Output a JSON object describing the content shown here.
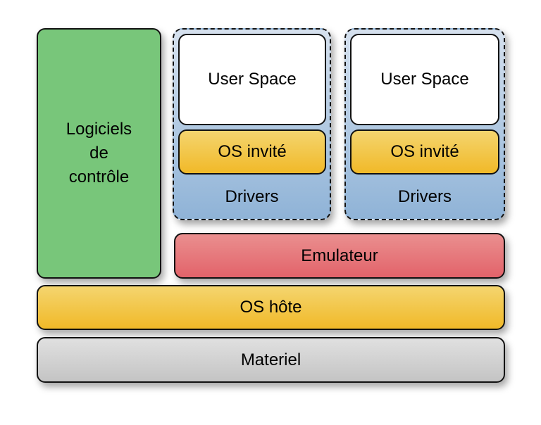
{
  "diagram": {
    "control_software": {
      "lines": [
        "Logiciels",
        "de",
        "contrôle"
      ],
      "color": "#78c67a"
    },
    "guests": [
      {
        "user_space": "User Space",
        "guest_os": "OS invité",
        "drivers": "Drivers"
      },
      {
        "user_space": "User Space",
        "guest_os": "OS invité",
        "drivers": "Drivers"
      }
    ],
    "emulator": {
      "label": "Emulateur",
      "color": "#e46d72"
    },
    "host_os": {
      "label": "OS hôte",
      "color": "#f2c440"
    },
    "hardware": {
      "label": "Materiel",
      "color": "#d0d0d0"
    },
    "guest_container_color": "#a9c4e0"
  }
}
